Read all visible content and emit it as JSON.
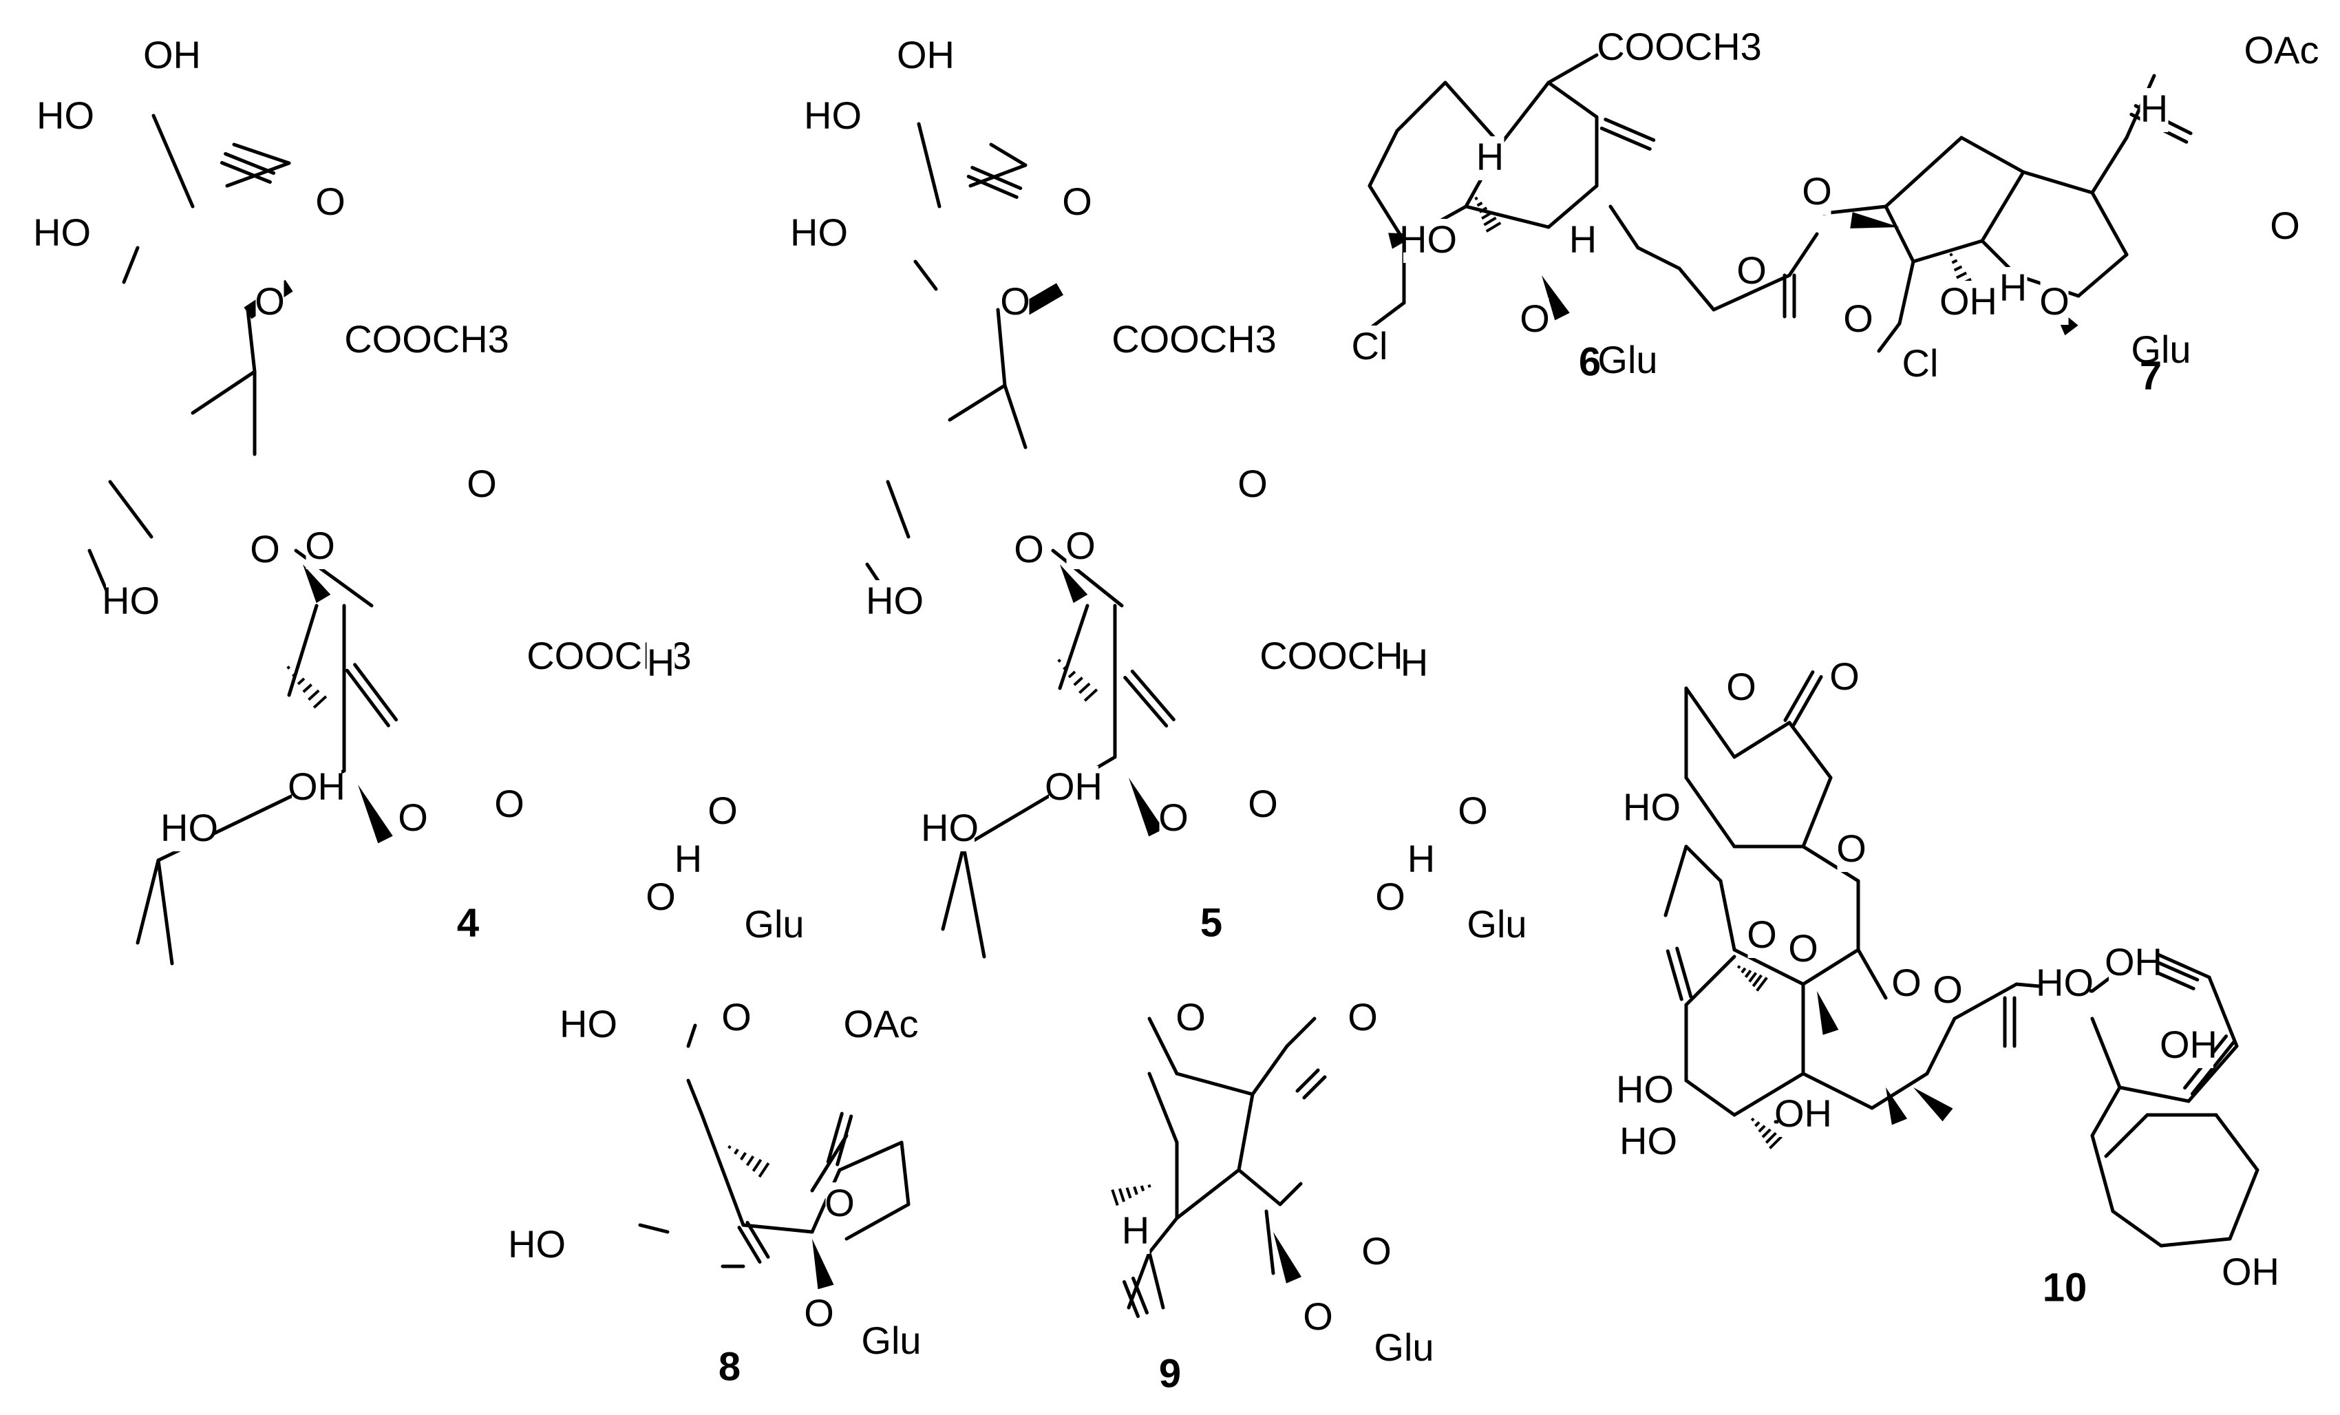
{
  "figure": {
    "compounds": [
      {
        "id": "c4",
        "number": "4",
        "labels": [
          "OH",
          "HO",
          "HO",
          "O",
          "O",
          "COOCH3",
          "O",
          "O",
          "HO",
          "O",
          "COOCH3",
          "H",
          "O",
          "HO",
          "OH",
          "O",
          "O",
          "H",
          "O",
          "Glu"
        ]
      },
      {
        "id": "c5",
        "number": "5",
        "labels": [
          "OH",
          "HO",
          "HO",
          "O",
          "O",
          "COOCH3",
          "O",
          "O",
          "HO",
          "O",
          "COOCH3",
          "H",
          "O",
          "HO",
          "OH",
          "O",
          "O",
          "H",
          "O",
          "Glu"
        ]
      },
      {
        "id": "c6",
        "number": "6",
        "labels": [
          "COOCH3",
          "H",
          "O",
          "HO",
          "H",
          "Cl",
          "O",
          "Glu"
        ]
      },
      {
        "id": "c7",
        "number": "7",
        "labels": [
          "OAc",
          "H",
          "O",
          "O",
          "O",
          "Cl",
          "OH",
          "H",
          "O",
          "Glu"
        ]
      },
      {
        "id": "c8",
        "number": "8",
        "labels": [
          "HO",
          "O",
          "OAc",
          "O",
          "HO",
          "O",
          "Glu"
        ]
      },
      {
        "id": "c9",
        "number": "9",
        "labels": [
          "O",
          "O",
          "H",
          "O",
          "O",
          "Glu"
        ]
      },
      {
        "id": "c10",
        "number": "10",
        "labels": [
          "O",
          "O",
          "HO",
          "O",
          "O",
          "HO",
          "OH",
          "HO",
          "O",
          "O",
          "O",
          "HO",
          "OH",
          "OH",
          "OH"
        ]
      }
    ]
  }
}
